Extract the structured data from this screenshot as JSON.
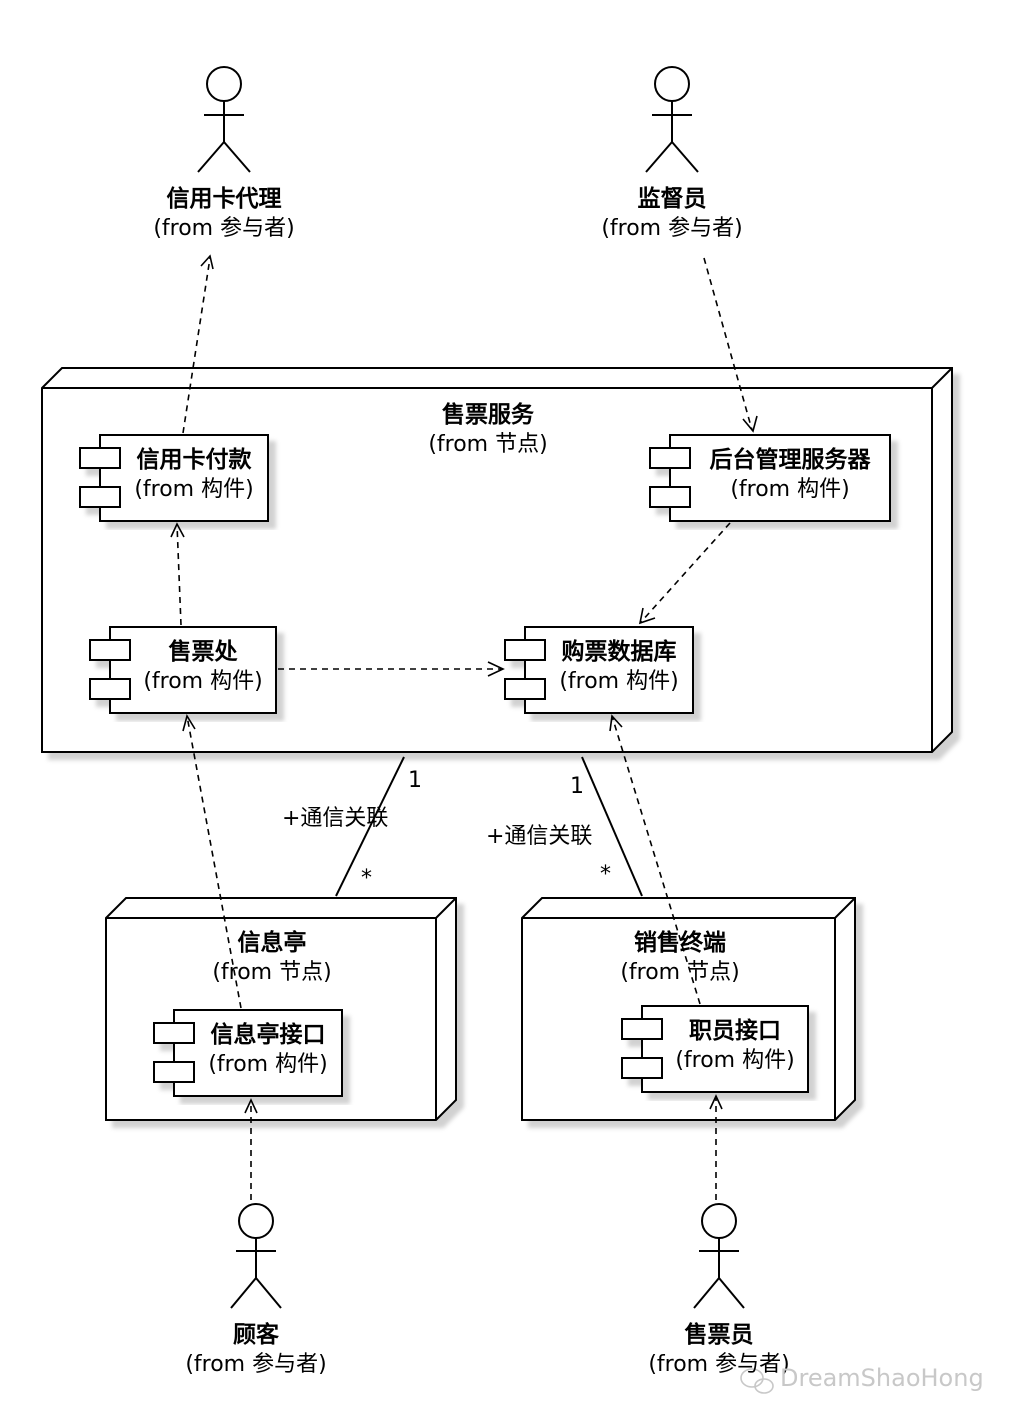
{
  "actors": {
    "credit_agent": {
      "name": "信用卡代理",
      "from": "(from 参与者)"
    },
    "supervisor": {
      "name": "监督员",
      "from": "(from 参与者)"
    },
    "customer": {
      "name": "顾客",
      "from": "(from 参与者)"
    },
    "clerk": {
      "name": "售票员",
      "from": "(from 参与者)"
    }
  },
  "nodes": {
    "ticket_service": {
      "name": "售票服务",
      "from": "(from 节点)"
    },
    "kiosk": {
      "name": "信息亭",
      "from": "(from 节点)"
    },
    "sales_terminal": {
      "name": "销售终端",
      "from": "(from 节点)"
    }
  },
  "components": {
    "credit_payment": {
      "name": "信用卡付款",
      "from": "(from 构件)"
    },
    "backend_server": {
      "name": "后台管理服务器",
      "from": "(from 构件)"
    },
    "ticket_office": {
      "name": "售票处",
      "from": "(from 构件)"
    },
    "purchase_db": {
      "name": "购票数据库",
      "from": "(from 构件)"
    },
    "kiosk_interface": {
      "name": "信息亭接口",
      "from": "(from 构件)"
    },
    "clerk_interface": {
      "name": "职员接口",
      "from": "(from 构件)"
    }
  },
  "associations": {
    "left": {
      "label": "+通信关联",
      "mult_top": "1",
      "mult_bottom": "*"
    },
    "right": {
      "label": "+通信关联",
      "mult_top": "1",
      "mult_bottom": "*"
    }
  },
  "watermark": "DreamShaoHong"
}
